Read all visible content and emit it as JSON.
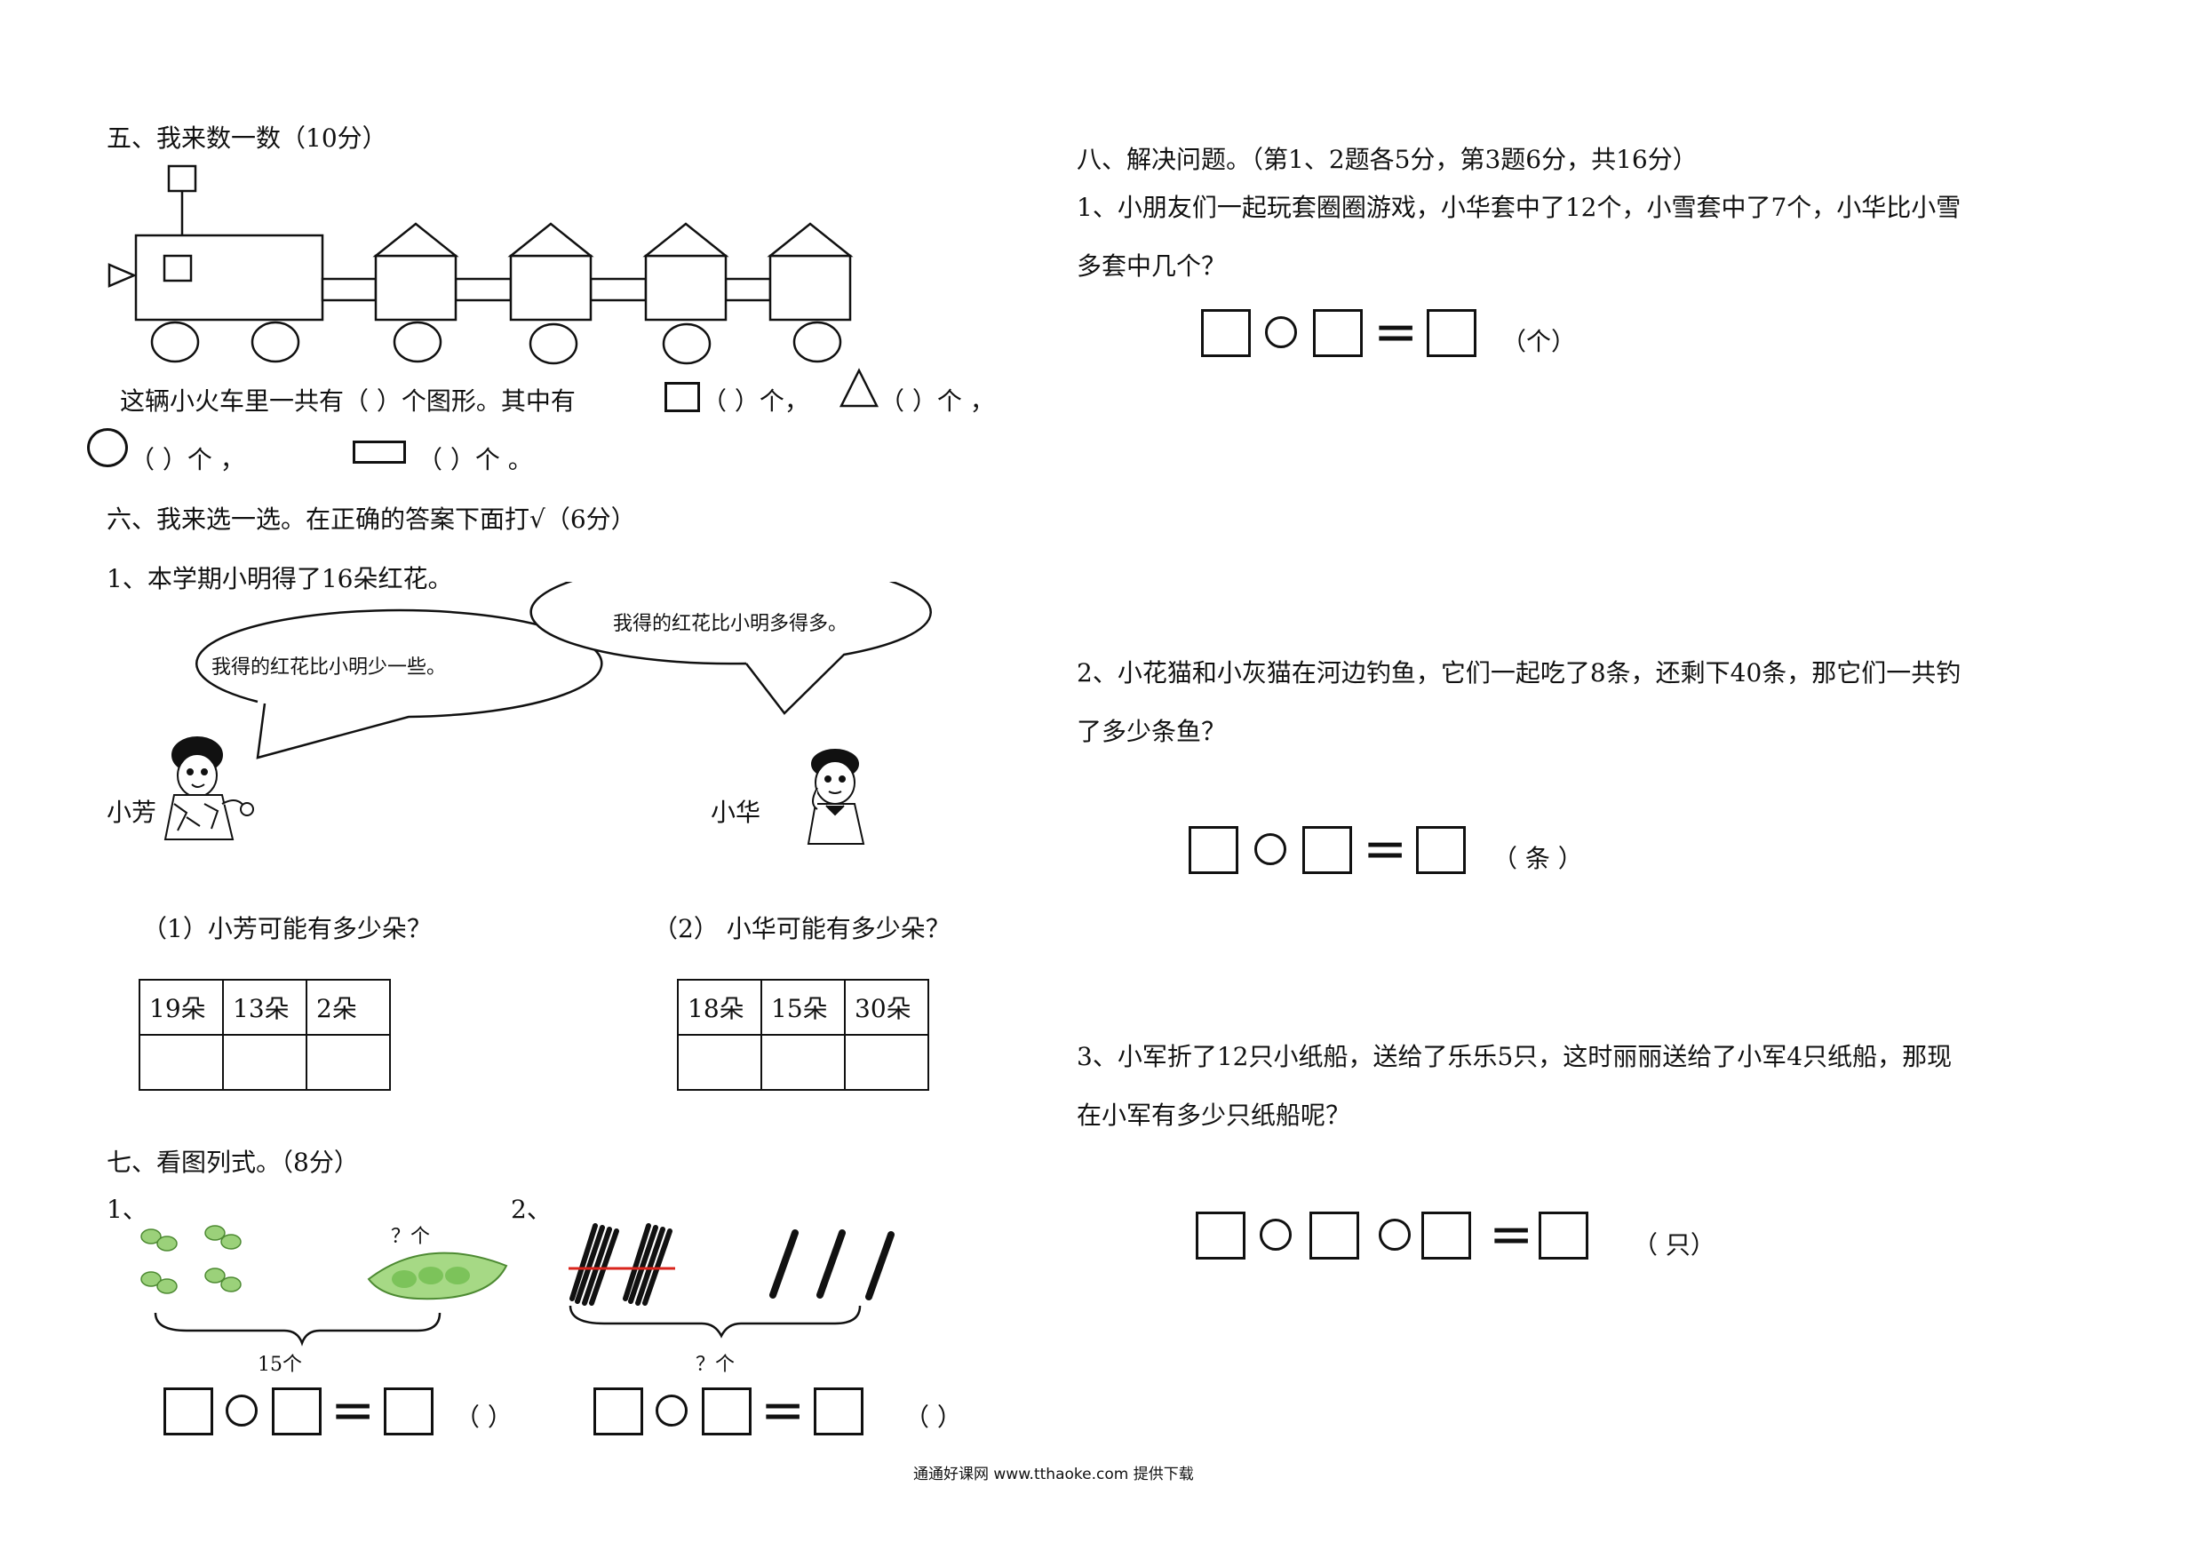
{
  "section5": {
    "title": "五、我来数一数（10分）",
    "line1": "这辆小火车里一共有（    ）个图形。其中有",
    "sq_count": "（  ）个，",
    "tri_count": "（  ）个   ，",
    "circle_count": "（   ）个    ，",
    "rect_count": "（     ）个    。"
  },
  "section6": {
    "title": "六、我来选一选。在正确的答案下面打√（6分）",
    "q1": "1、本学期小明得了16朵红花。",
    "bubble_fang": "我得的红花比小明少一些。",
    "bubble_hua": "我得的红花比小明多得多。",
    "name_fang": "小芳",
    "name_hua": "小华",
    "sub1": "（1）小芳可能有多少朵？",
    "sub2": "（2） 小华可能有多少朵？",
    "options1": [
      "19朵",
      "13朵",
      "2朵"
    ],
    "options2": [
      "18朵",
      "15朵",
      "30朵"
    ]
  },
  "section7": {
    "title": "七、看图列式。（8分）",
    "q1_label": "1、",
    "q2_label": "2、",
    "q_unknown": "？个",
    "total1": "15个",
    "total2": "？个",
    "unit": "（ ）",
    "unit2": "（  ）"
  },
  "section8": {
    "title": "八、解决问题。（第1、2题各5分，第3题6分，共16分）",
    "q1_line1": "1、小朋友们一起玩套圈圈游戏，小华套中了12个，小雪套中了7个，小华比小雪",
    "q1_line2": "多套中几个？",
    "q1_unit": "（个）",
    "q2_line1": "2、小花猫和小灰猫在河边钓鱼，它们一起吃了8条，还剩下40条，那它们一共钓",
    "q2_line2": "了多少条鱼？",
    "q2_unit": "（ 条 ）",
    "q3_line1": "3、小军折了12只小纸船，送给了乐乐5只，这时丽丽送给了小军4只纸船，那现",
    "q3_line2": "在小军有多少只纸船呢？",
    "q3_unit": "（ 只）"
  },
  "footer": "通通好课网 www.tthaoke.com 提供下载"
}
